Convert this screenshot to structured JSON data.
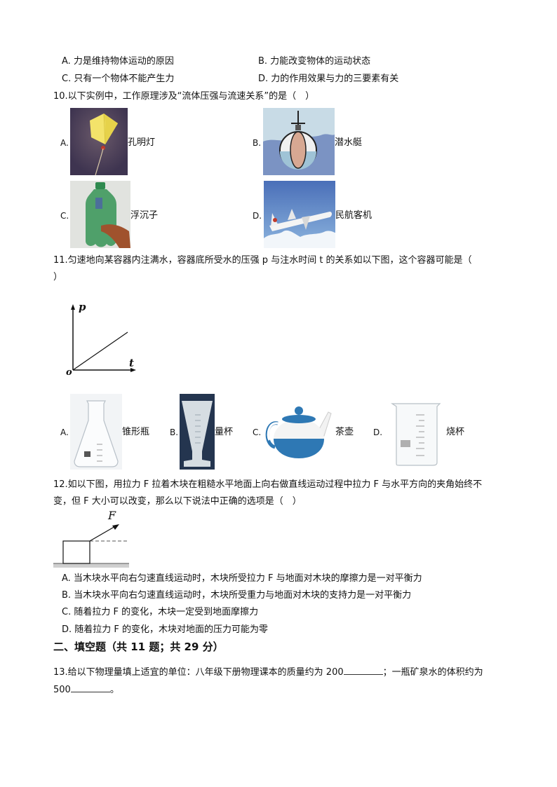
{
  "q9_options": {
    "A": "A. 力是维持物体运动的原因",
    "B": "B. 力能改变物体的运动状态",
    "C": "C. 只有一个物体不能产生力",
    "D": "D. 力的作用效果与力的三要素有关"
  },
  "q10": {
    "stem": "10.以下实例中，工作原理涉及“流体压强与流速关系”的是（　）",
    "options": [
      {
        "letter": "A.",
        "caption": "孔明灯",
        "image": "sky-lantern-image"
      },
      {
        "letter": "B.",
        "caption": "潜水艇",
        "image": "submarine-image"
      },
      {
        "letter": "C.",
        "caption": "浮沉子",
        "image": "cartesian-diver-image"
      },
      {
        "letter": "D.",
        "caption": "民航客机",
        "image": "airliner-image"
      }
    ]
  },
  "q11": {
    "stem_line1": "11.匀速地向某容器内注满水，容器底所受水的压强 p 与注水时间 t 的关系如以下图，这个容器可能是（",
    "stem_line2": "）",
    "graph": {
      "y_axis": "p",
      "x_axis": "t",
      "origin": "o"
    },
    "options": [
      {
        "letter": "A.",
        "caption": "锥形瓶",
        "image": "conical-flask-image"
      },
      {
        "letter": "B.",
        "caption": "量杯",
        "image": "measuring-cup-image"
      },
      {
        "letter": "C.",
        "caption": "茶壶",
        "image": "teapot-image"
      },
      {
        "letter": "D.",
        "caption": "烧杯",
        "image": "beaker-image"
      }
    ]
  },
  "q12": {
    "stem_line1": "12.如以下图，用拉力 F 拉着木块在粗糙水平地面上向右做直线运动过程中拉力 F 与水平方向的夹角始终不",
    "stem_line2": "变，但 F 大小可以改变，那么以下说法中正确的选项是（　）",
    "diagram_label": "F",
    "options": [
      "A. 当木块水平向右匀速直线运动时，木块所受拉力 F 与地面对木块的摩擦力是一对平衡力",
      "B. 当木块水平向右匀速直线运动时，木块所受重力与地面对木块的支持力是一对平衡力",
      "C. 随着拉力 F 的变化，木块一定受到地面摩擦力",
      "D. 随着拉力 F 的变化，木块对地面的压力可能为零"
    ]
  },
  "section2": {
    "heading": "二、填空题（共 11 题；共 29 分）"
  },
  "q13": {
    "line1_part1": "13.给以下物理量填上适宜的单位：八年级下册物理课本的质量约为 200",
    "line1_part2": "；一瓶矿泉水的体积约为",
    "line2_part1": "500",
    "line2_part2": "。"
  }
}
